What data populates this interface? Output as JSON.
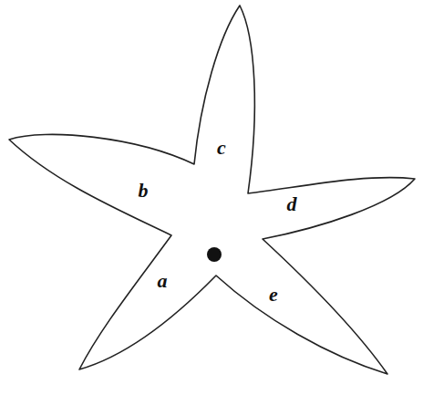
{
  "diagram": {
    "labels": [
      "c",
      "b",
      "d",
      "a",
      "e"
    ]
  }
}
